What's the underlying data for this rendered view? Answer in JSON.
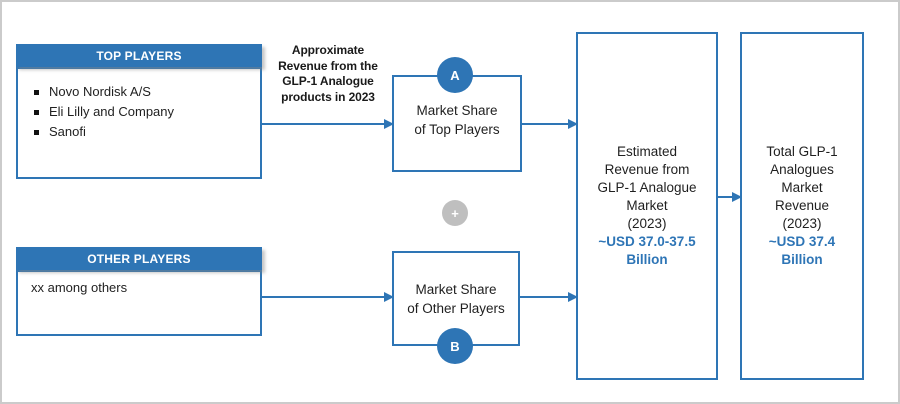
{
  "colors": {
    "accent_blue": "#2E75B5",
    "value_text_blue": "#2E75B6",
    "plus_circle_gray": "#BFBFBF"
  },
  "top_players": {
    "header": "TOP PLAYERS",
    "items": [
      "Novo Nordisk A/S",
      "Eli Lilly and Company",
      "Sanofi"
    ]
  },
  "other_players": {
    "header": "OTHER PLAYERS",
    "note": "xx among others"
  },
  "note": {
    "lines": [
      "Approximate",
      "Revenue from the",
      "GLP-1 Analogue",
      "products in 2023"
    ]
  },
  "market_share_top": {
    "badge": "A",
    "lines": [
      "Market Share",
      "of Top Players"
    ]
  },
  "market_share_other": {
    "badge": "B",
    "lines": [
      "Market Share",
      "of Other Players"
    ]
  },
  "plus_badge": "+",
  "estimated_box": {
    "lines": [
      "Estimated",
      "Revenue from",
      "GLP-1 Analogue",
      "Market",
      "(2023)"
    ],
    "value_lines": [
      "~USD 37.0-37.5",
      "Billion"
    ]
  },
  "total_box": {
    "lines": [
      "Total GLP-1",
      "Analogues",
      "Market",
      "Revenue",
      "(2023)"
    ],
    "value_lines": [
      "~USD 37.4",
      "Billion"
    ]
  }
}
